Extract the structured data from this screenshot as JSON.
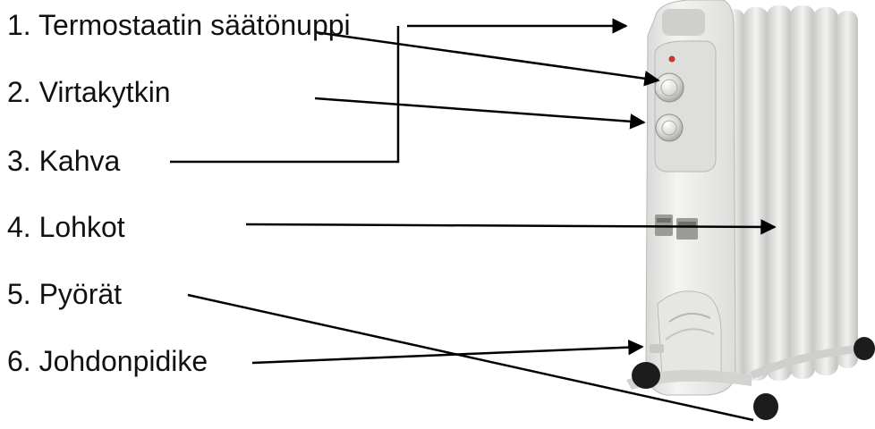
{
  "labels": [
    {
      "id": "1",
      "text": "1. Termostaatin säätönuppi"
    },
    {
      "id": "2",
      "text": "2. Virtakytkin"
    },
    {
      "id": "3",
      "text": "3. Kahva"
    },
    {
      "id": "4",
      "text": "4. Lohkot"
    },
    {
      "id": "5",
      "text": "5. Pyörät"
    },
    {
      "id": "6",
      "text": "6. Johdonpidike"
    }
  ],
  "colors": {
    "text": "#111111",
    "leader_lines": "#000000",
    "heater_body": "#e8e9e7",
    "heater_shadow": "#c9cbc8",
    "wheels": "#1c1c1c",
    "indicator_light": "#c8362f"
  },
  "icons": {
    "illustration": "oil-filled-radiator-heater"
  }
}
